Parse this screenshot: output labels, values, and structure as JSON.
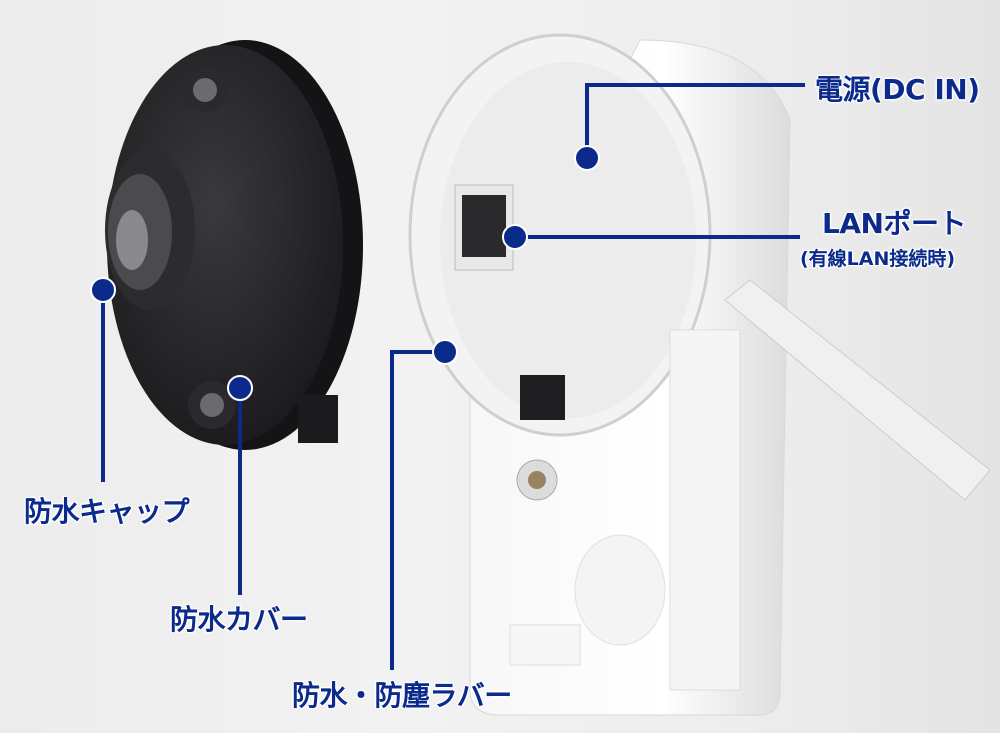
{
  "accent_color": "#0b2a8c",
  "callouts": {
    "power": "電源(DC IN)",
    "lan_port": "LANポート",
    "lan_port_note": "(有線LAN接続時)",
    "waterproof_cap": "防水キャップ",
    "waterproof_cover": "防水カバー",
    "dust_rubber": "防水・防塵ラバー"
  }
}
